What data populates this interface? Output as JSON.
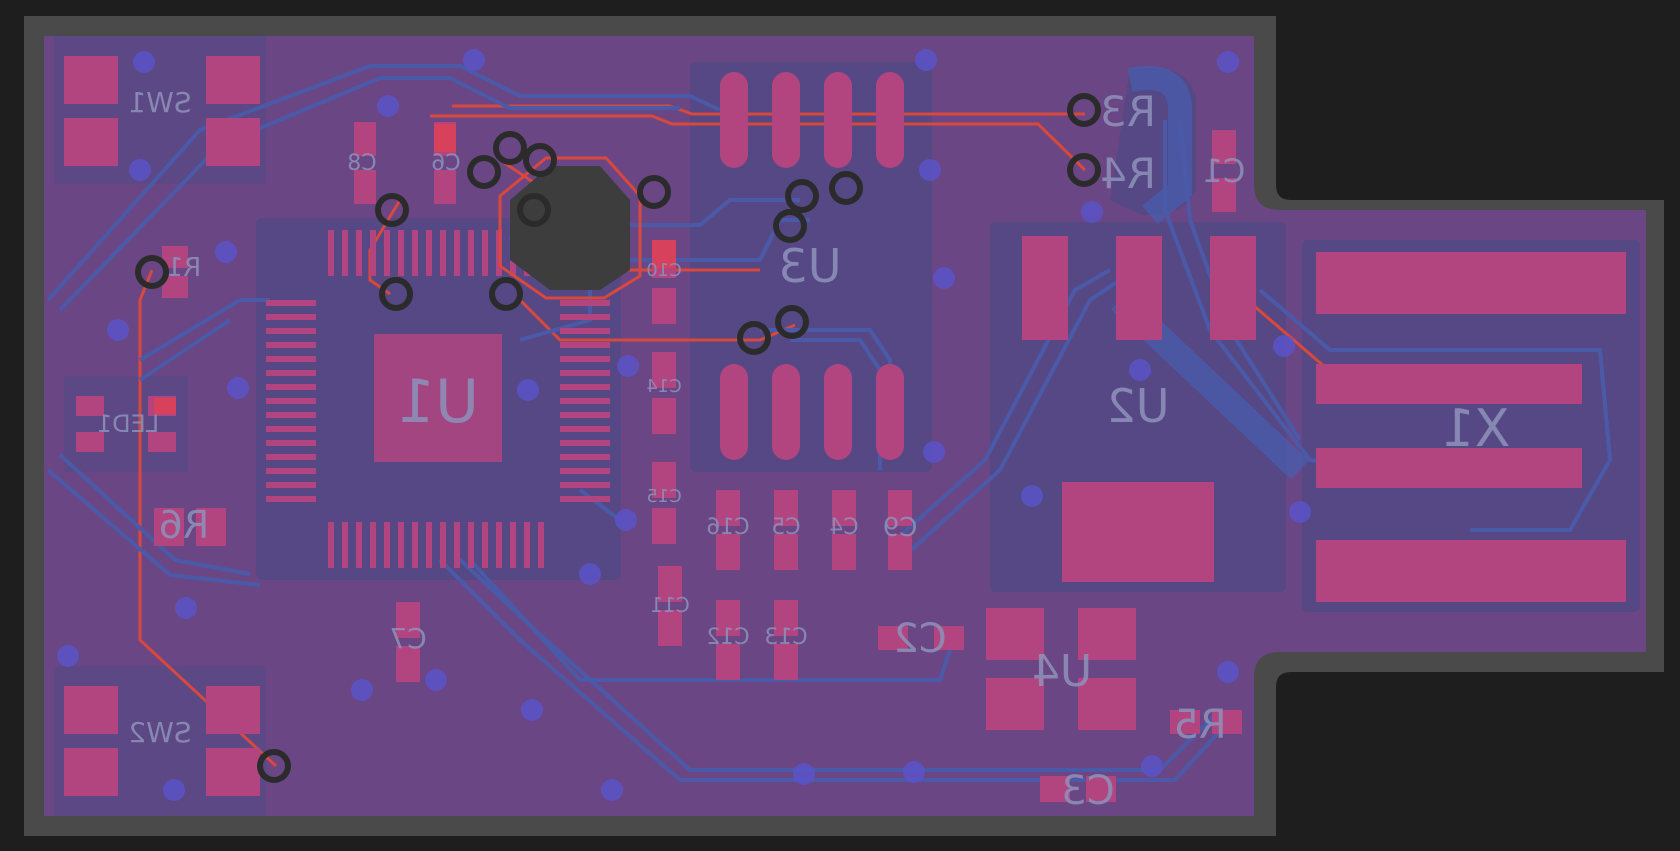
{
  "colors": {
    "background": "#1e1e1e",
    "board_edge": "#4a4a4a",
    "board_fill": "#6a4684",
    "copper_pour": "#4f4a86",
    "pad": "#b2457f",
    "pad_top": "#d8415c",
    "trace_red": "#d8483c",
    "trace_blue": "#4b5aa8",
    "via_ring": "#2b2b2b",
    "via_blue": "#5a54c8",
    "silk": "#8d8fb8"
  },
  "labels": {
    "sw1": "SW1",
    "sw2": "SW2",
    "r1": "R1",
    "led1": "LED1",
    "r6": "R6",
    "c8": "C8",
    "c6": "C6",
    "c10": "C10",
    "u3": "U3",
    "u1": "U1",
    "c14": "C14",
    "c15": "C15",
    "c16": "C16",
    "c5": "C5",
    "c4": "C4",
    "c9": "C9",
    "c11": "C11",
    "c12": "C12",
    "c13": "C13",
    "c7": "C7",
    "r3": "R3",
    "r4": "R4",
    "c1": "C1",
    "u2": "U2",
    "x1": "X1",
    "c2": "C2",
    "u4": "U4",
    "r5": "R5",
    "c3": "C3"
  },
  "icons": [
    "via-icon",
    "pad-icon"
  ]
}
